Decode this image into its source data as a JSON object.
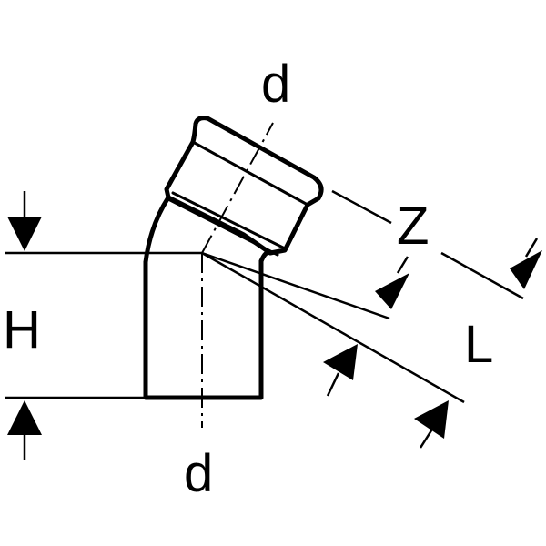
{
  "labels": {
    "d_top": "d",
    "d_bottom": "d",
    "H": "H",
    "Z": "Z",
    "L": "L"
  },
  "colors": {
    "stroke": "#000000",
    "background": "#ffffff"
  }
}
